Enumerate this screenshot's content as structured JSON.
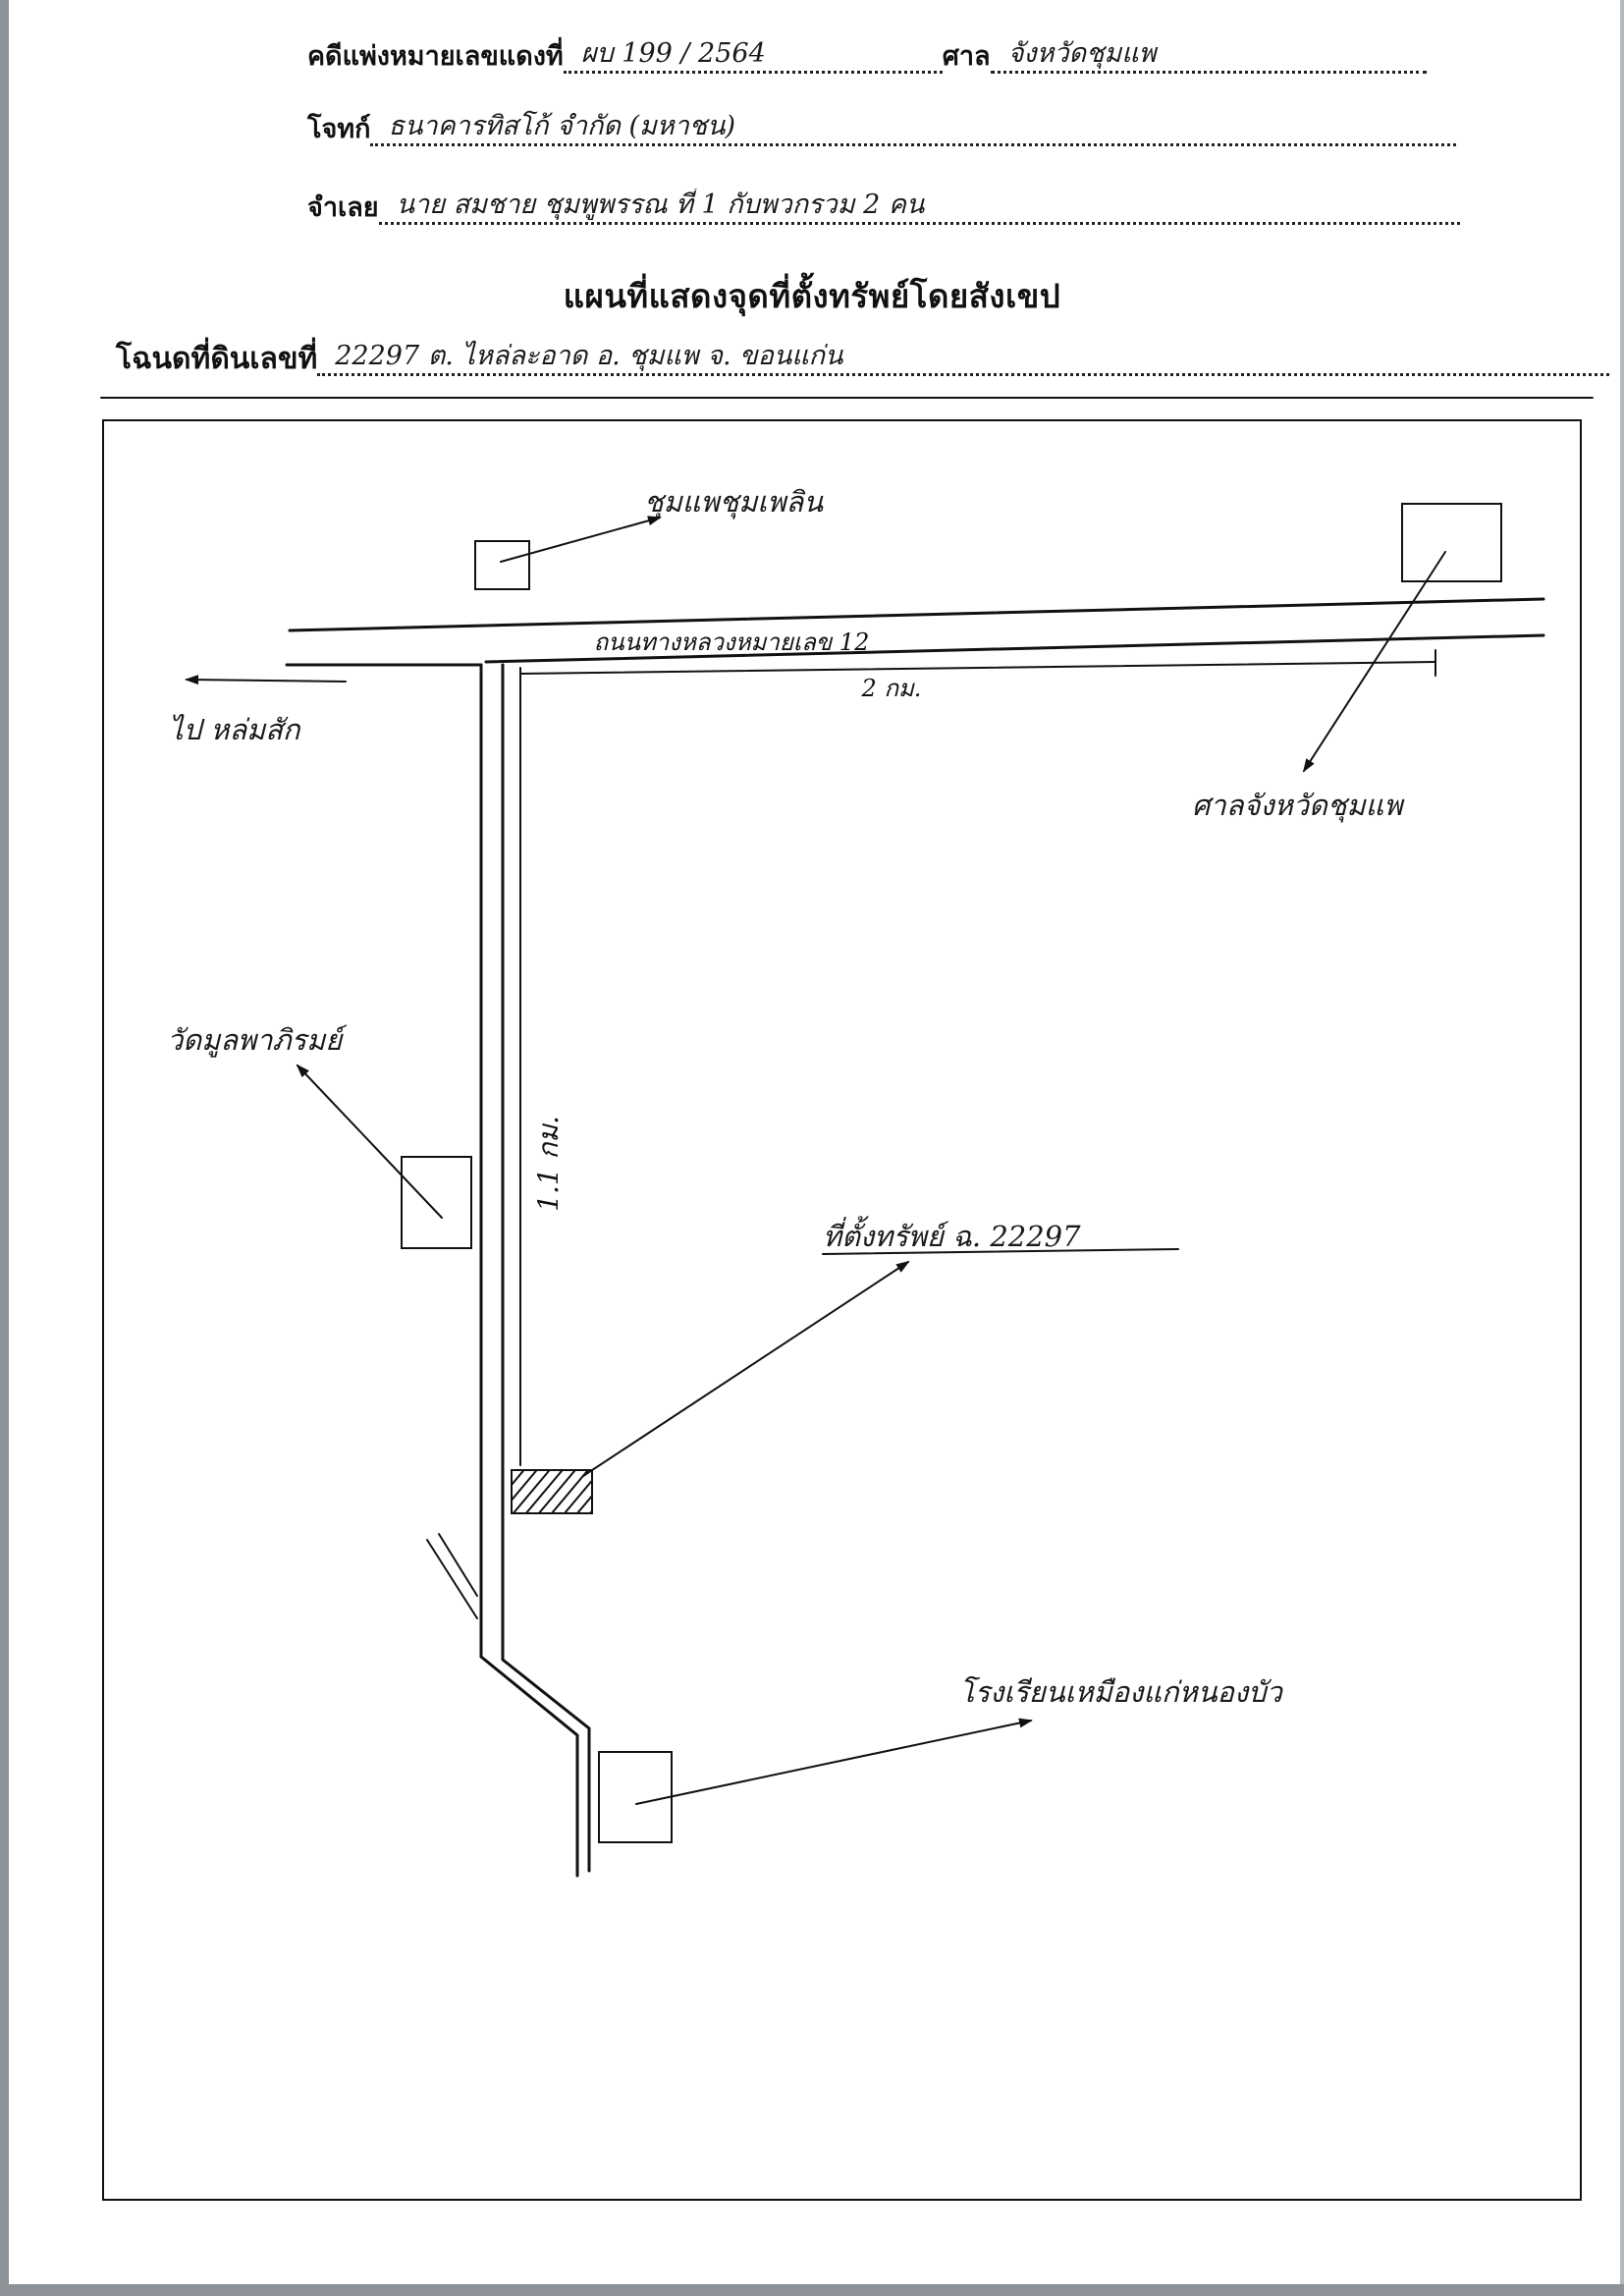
{
  "header": {
    "case_label": "คดีแพ่งหมายเลขแดงที่",
    "case_value": "ผบ 199 / 2564",
    "court_label": "ศาล",
    "court_value": "จังหวัดชุมแพ",
    "plaintiff_label": "โจทก์",
    "plaintiff_value": "ธนาคารทิสโก้ จำกัด (มหาชน)",
    "defendant_label": "จำเลย",
    "defendant_value": "นาย สมชาย ชุมพูพรรณ ที่ 1 กับพวกรวม 2 คน"
  },
  "map": {
    "title": "แผนที่แสดงจุดที่ตั้งทรัพย์โดยสังเขป",
    "deed_label": "โฉนดที่ดินเลขที่",
    "deed_value": "22297 ต. ไหล่ละอาด อ. ชุมแพ จ. ขอนแก่น",
    "road_label": "ถนนทางหลวงหมายเลข 12",
    "distance_horizontal": "2 กม.",
    "distance_vertical": "1.1 กม.",
    "direction_left": "ไป หล่มสัก",
    "landmarks": {
      "school_top": "ชุมแพชุมเพลิน",
      "court_office": "ศาลจังหวัดชุมแพ",
      "temple": "วัดมูลพาภิรมย์",
      "property": "ที่ตั้งทรัพย์ ฉ. 22297",
      "school_bottom": "โรงเรียนเหมืองแก่หนองบัว"
    }
  }
}
